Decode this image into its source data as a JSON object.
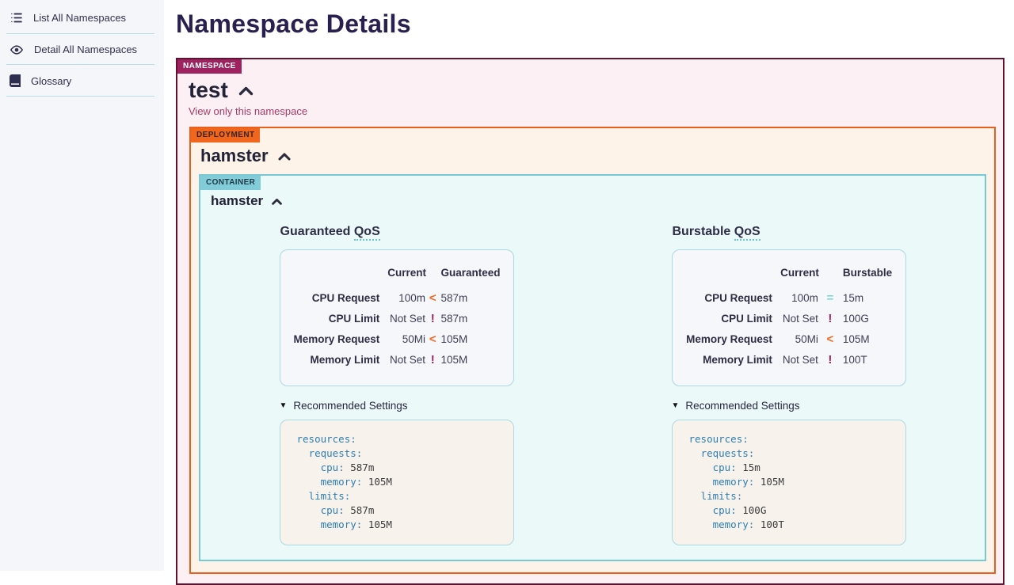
{
  "sidebar": {
    "items": [
      {
        "icon": "list-icon",
        "label": "List All Namespaces"
      },
      {
        "icon": "eye-icon",
        "label": "Detail All Namespaces"
      },
      {
        "icon": "book-icon",
        "label": "Glossary"
      }
    ]
  },
  "header": {
    "title": "Namespace Details"
  },
  "comparators": {
    "less-than": {
      "glyph": "<",
      "color": "#f2661e"
    },
    "warning": {
      "glyph": "!",
      "color": "#a61e5c"
    },
    "equal": {
      "glyph": "=",
      "color": "#80d2dc"
    }
  },
  "colors": {
    "namespace_accent": "#9e2260",
    "namespace_border": "#64102f",
    "deployment_accent": "#f1661d",
    "container_accent": "#81ccd8",
    "link": "#a63a64",
    "code_key": "#2e7eb0"
  },
  "namespace": {
    "badge": "NAMESPACE",
    "name": "test",
    "view_link": "View only this namespace",
    "deployment": {
      "badge": "DEPLOYMENT",
      "name": "hamster",
      "container": {
        "badge": "CONTAINER",
        "name": "hamster",
        "qos_panels": [
          {
            "title_prefix": "Guaranteed",
            "title_term": "QoS",
            "columns": [
              "Current",
              "Guaranteed"
            ],
            "rows": [
              {
                "label": "CPU Request",
                "current": "100m",
                "comparator": "less-than",
                "target": "587m"
              },
              {
                "label": "CPU Limit",
                "current": "Not Set",
                "comparator": "warning",
                "target": "587m"
              },
              {
                "label": "Memory Request",
                "current": "50Mi",
                "comparator": "less-than",
                "target": "105M"
              },
              {
                "label": "Memory Limit",
                "current": "Not Set",
                "comparator": "warning",
                "target": "105M"
              }
            ],
            "recommended_label": "Recommended Settings",
            "code": [
              {
                "indent": 0,
                "key": "resources",
                "value": ""
              },
              {
                "indent": 1,
                "key": "requests",
                "value": ""
              },
              {
                "indent": 2,
                "key": "cpu",
                "value": "587m"
              },
              {
                "indent": 2,
                "key": "memory",
                "value": "105M"
              },
              {
                "indent": 1,
                "key": "limits",
                "value": ""
              },
              {
                "indent": 2,
                "key": "cpu",
                "value": "587m"
              },
              {
                "indent": 2,
                "key": "memory",
                "value": "105M"
              }
            ]
          },
          {
            "title_prefix": "Burstable",
            "title_term": "QoS",
            "columns": [
              "Current",
              "Burstable"
            ],
            "rows": [
              {
                "label": "CPU Request",
                "current": "100m",
                "comparator": "equal",
                "target": "15m"
              },
              {
                "label": "CPU Limit",
                "current": "Not Set",
                "comparator": "warning",
                "target": "100G"
              },
              {
                "label": "Memory Request",
                "current": "50Mi",
                "comparator": "less-than",
                "target": "105M"
              },
              {
                "label": "Memory Limit",
                "current": "Not Set",
                "comparator": "warning",
                "target": "100T"
              }
            ],
            "recommended_label": "Recommended Settings",
            "code": [
              {
                "indent": 0,
                "key": "resources",
                "value": ""
              },
              {
                "indent": 1,
                "key": "requests",
                "value": ""
              },
              {
                "indent": 2,
                "key": "cpu",
                "value": "15m"
              },
              {
                "indent": 2,
                "key": "memory",
                "value": "105M"
              },
              {
                "indent": 1,
                "key": "limits",
                "value": ""
              },
              {
                "indent": 2,
                "key": "cpu",
                "value": "100G"
              },
              {
                "indent": 2,
                "key": "memory",
                "value": "100T"
              }
            ]
          }
        ]
      }
    }
  }
}
